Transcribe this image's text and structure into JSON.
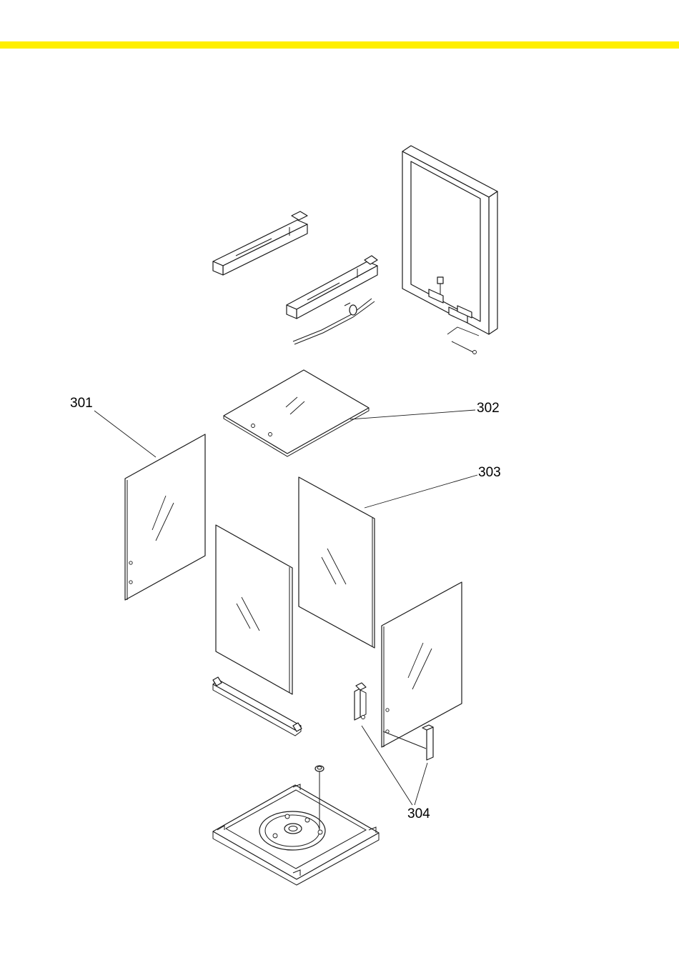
{
  "colors": {
    "top_bar": "#ffef00",
    "line": "#1a1a1a",
    "background": "#ffffff"
  },
  "callouts": {
    "c301": "301",
    "c302": "302",
    "c303": "303",
    "c304": "304"
  }
}
